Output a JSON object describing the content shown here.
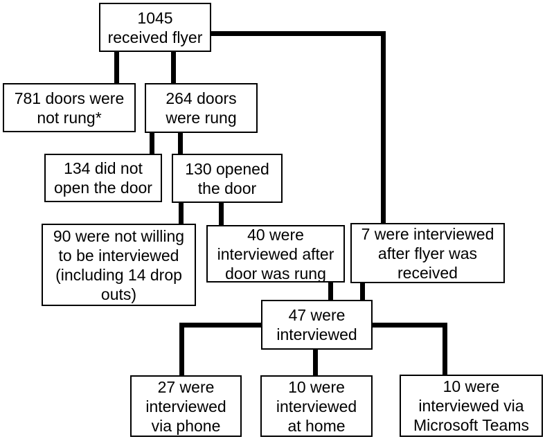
{
  "diagram": {
    "type": "flowchart",
    "background_color": "#ffffff",
    "box_border_color": "#000000",
    "line_color": "#000000",
    "nodes": {
      "received_flyer": {
        "label": "1045\nreceived flyer"
      },
      "doors_not_rung": {
        "label": "781 doors were\nnot rung*"
      },
      "doors_rung": {
        "label": "264 doors\nwere rung"
      },
      "did_not_open": {
        "label": "134 did not\nopen the door"
      },
      "opened_door": {
        "label": "130 opened\nthe door"
      },
      "not_willing": {
        "label": "90 were not willing\nto be interviewed\n(including 14 drop\nouts)"
      },
      "interviewed_after_rung": {
        "label": "40 were\ninterviewed after\ndoor was rung"
      },
      "interviewed_after_flyer": {
        "label": "7 were interviewed\nafter flyer was\nreceived"
      },
      "interviewed_total": {
        "label": "47 were\ninterviewed"
      },
      "via_phone": {
        "label": "27 were\ninterviewed\nvia phone"
      },
      "at_home": {
        "label": "10 were\ninterviewed\nat home"
      },
      "via_teams": {
        "label": "10 were\ninterviewed via\nMicrosoft Teams"
      }
    },
    "edges": [
      {
        "from": "received_flyer",
        "to": "doors_not_rung"
      },
      {
        "from": "received_flyer",
        "to": "doors_rung"
      },
      {
        "from": "received_flyer",
        "to": "interviewed_after_flyer"
      },
      {
        "from": "doors_rung",
        "to": "did_not_open"
      },
      {
        "from": "doors_rung",
        "to": "opened_door"
      },
      {
        "from": "opened_door",
        "to": "not_willing"
      },
      {
        "from": "opened_door",
        "to": "interviewed_after_rung"
      },
      {
        "from": "interviewed_after_rung",
        "to": "interviewed_total"
      },
      {
        "from": "interviewed_after_flyer",
        "to": "interviewed_total"
      },
      {
        "from": "interviewed_total",
        "to": "via_phone"
      },
      {
        "from": "interviewed_total",
        "to": "at_home"
      },
      {
        "from": "interviewed_total",
        "to": "via_teams"
      }
    ]
  }
}
